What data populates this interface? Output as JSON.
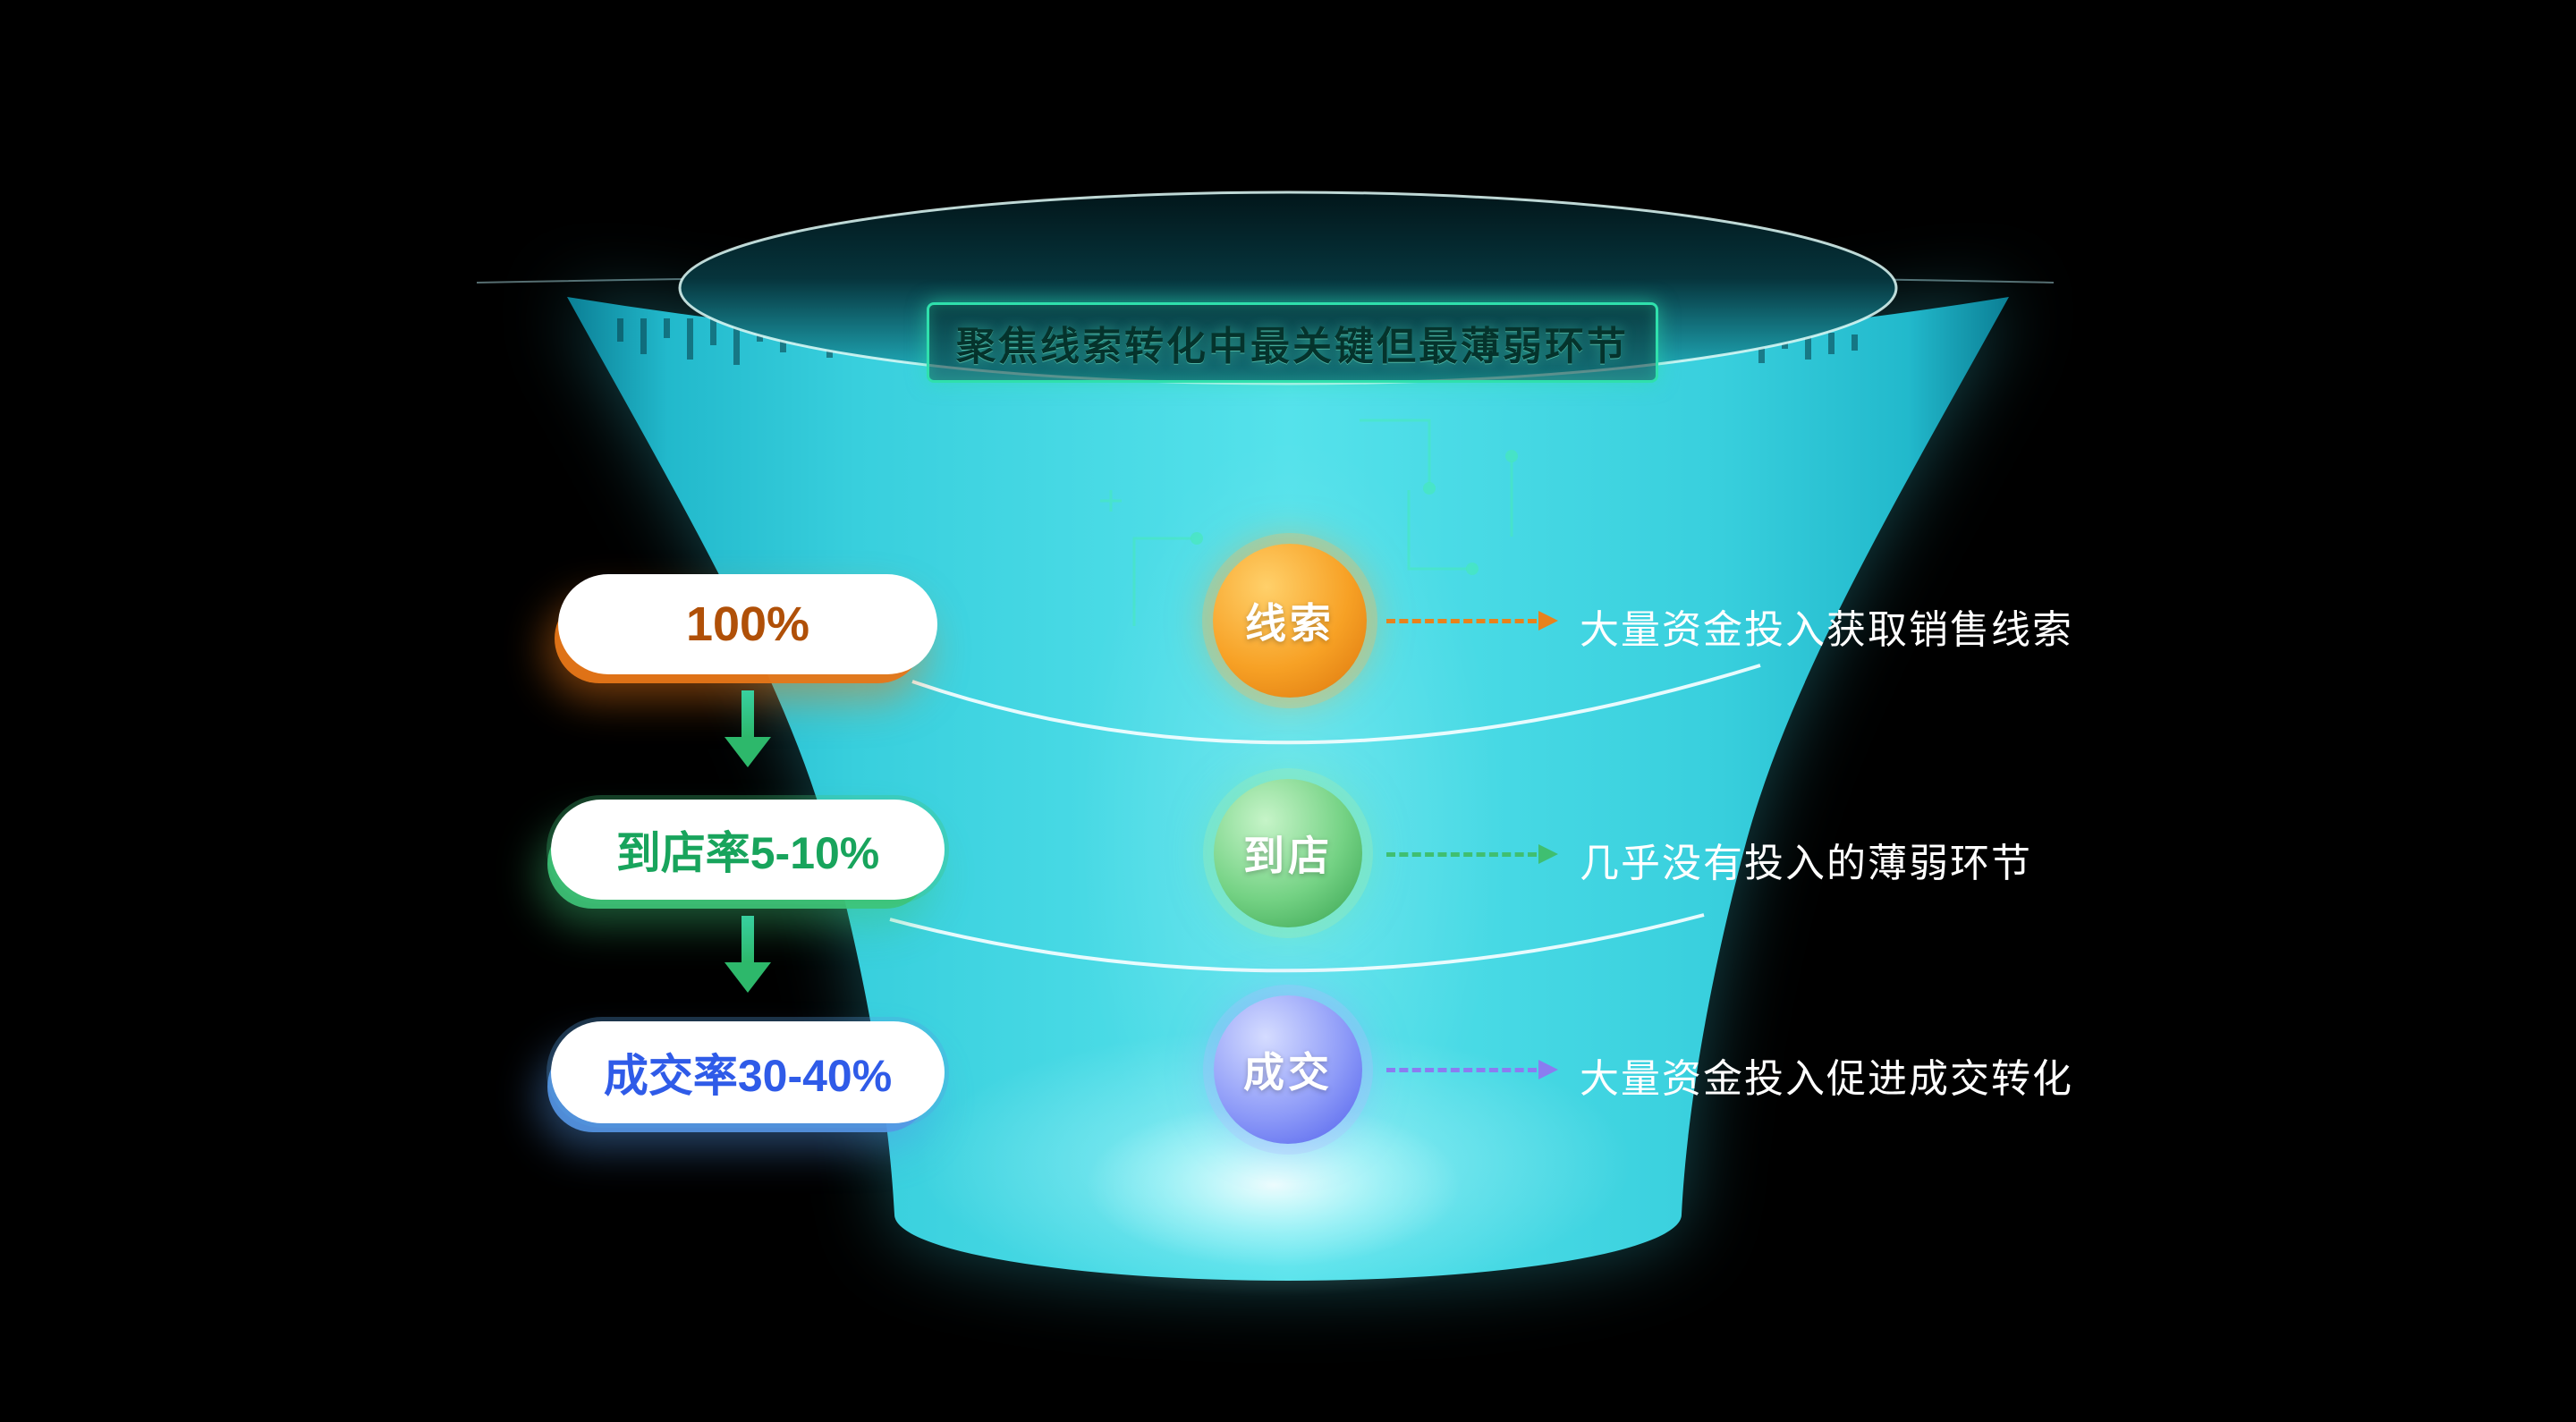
{
  "banner": {
    "text": "聚焦线索转化中最关键但最薄弱环节",
    "border_color": "#2FE0AC"
  },
  "funnel": {
    "body_color": "#3BD4E2",
    "stages": [
      {
        "name": "线索",
        "rate": "100%",
        "note": "大量资金投入获取销售线索",
        "circle_color": "#F59E23",
        "rate_text_color": "#B05008",
        "connector_color": "#E8821C"
      },
      {
        "name": "到店",
        "rate": "到店率5-10%",
        "note": "几乎没有投入的薄弱环节",
        "circle_color": "#5FC873",
        "rate_text_color": "#18A45C",
        "connector_color": "#3FBF71"
      },
      {
        "name": "成交",
        "rate": "成交率30-40%",
        "note": "大量资金投入促进成交转化",
        "circle_color": "#7484F4",
        "rate_text_color": "#2F5BE8",
        "connector_color": "#8B7CF0"
      }
    ]
  }
}
